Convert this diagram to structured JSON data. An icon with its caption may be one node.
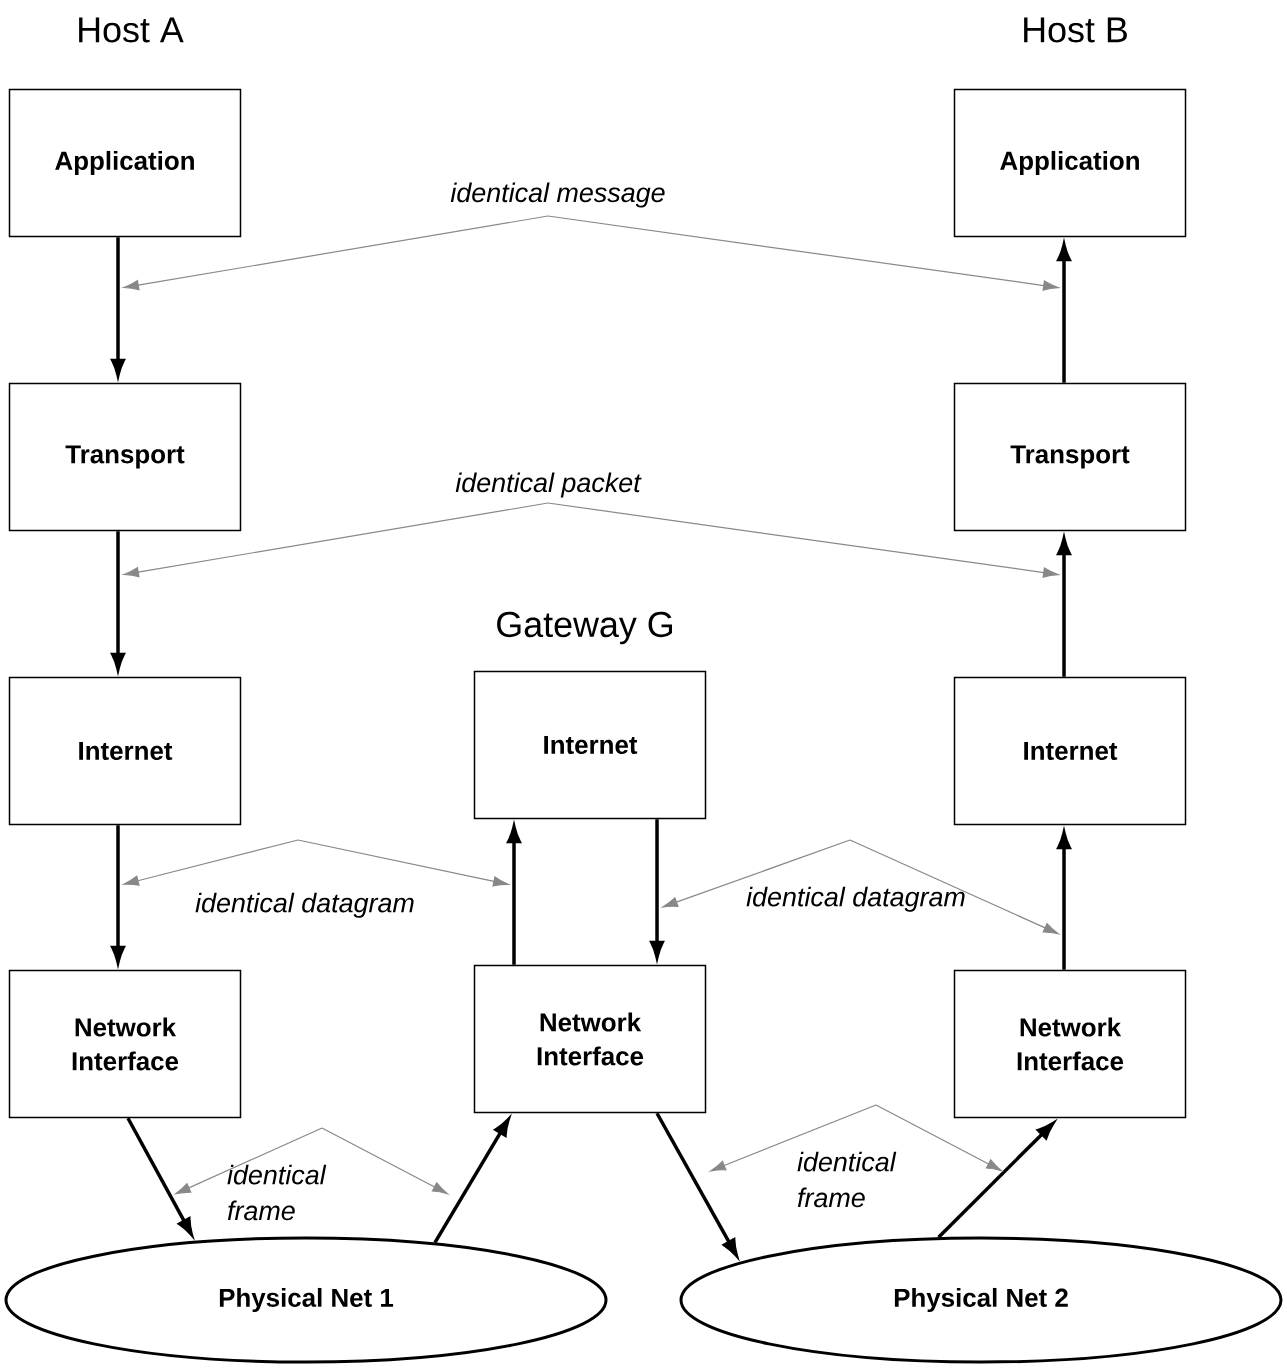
{
  "diagram": {
    "nodes": [
      {
        "text": [
          "Application"
        ]
      },
      {
        "text": [
          "Transport"
        ]
      },
      {
        "text": [
          "Internet"
        ]
      },
      {
        "text": [
          "Network Interface"
        ]
      },
      {
        "text": [
          "Application"
        ]
      },
      {
        "text": [
          "Transport"
        ]
      },
      {
        "text": [
          "Internet"
        ]
      },
      {
        "text": [
          "Network Interface"
        ]
      },
      {
        "text": [
          "Internet"
        ],
        "beside": [
          "Gateway G"
        ]
      },
      {
        "text": [
          "Network Interface"
        ]
      },
      {
        "text": [
          "Physical Net 1"
        ]
      },
      {
        "text": [
          "Physical Net 2"
        ]
      },
      {
        "text": [
          "identical message"
        ]
      },
      {
        "text": [
          "identical packet"
        ]
      },
      {
        "text": [
          "identical datagram"
        ]
      },
      {
        "text": [
          "identical datagram"
        ]
      },
      {
        "text": [
          "identical frame"
        ]
      },
      {
        "text": [
          "identical frame"
        ]
      }
    ],
    "edges": [
      {
        "from": 0,
        "to": 1,
        "arrow": "to",
        "style": "thick"
      },
      {
        "from": 1,
        "to": 2,
        "arrow": "to",
        "style": "thick"
      },
      {
        "from": 2,
        "to": 3,
        "arrow": "to",
        "style": "thick"
      },
      {
        "from": 3,
        "to": 10,
        "arrow": "to",
        "style": "thick"
      },
      {
        "from": 10,
        "to": 9,
        "arrow": "to",
        "style": "thick"
      },
      {
        "from": 9,
        "to": 8,
        "arrow": "to",
        "style": "thick"
      },
      {
        "from": 8,
        "to": 9,
        "arrow": "to",
        "style": "thick"
      },
      {
        "from": 9,
        "to": 11,
        "arrow": "to",
        "style": "thick"
      },
      {
        "from": 11,
        "to": 7,
        "arrow": "to",
        "style": "thick"
      },
      {
        "from": 7,
        "to": 6,
        "arrow": "to",
        "style": "thick"
      },
      {
        "from": 6,
        "to": 5,
        "arrow": "to",
        "style": "thick"
      },
      {
        "from": 5,
        "to": 4,
        "arrow": "to",
        "style": "thick"
      },
      {
        "from": 12,
        "to": null,
        "arrow": "to",
        "color": "#888888"
      },
      {
        "from": 12,
        "to": null,
        "arrow": "to",
        "color": "#888888"
      },
      {
        "from": 13,
        "to": null,
        "arrow": "to",
        "color": "#888888"
      },
      {
        "from": 13,
        "to": null,
        "arrow": "to",
        "color": "#888888"
      },
      {
        "from": 14,
        "to": null,
        "arrow": "to",
        "color": "#888888"
      },
      {
        "from": 14,
        "to": null,
        "arrow": "to",
        "color": "#888888"
      },
      {
        "from": 15,
        "to": null,
        "arrow": "to",
        "color": "#888888"
      },
      {
        "from": 15,
        "to": null,
        "arrow": "to",
        "color": "#888888"
      },
      {
        "from": 16,
        "to": null,
        "arrow": "to",
        "color": "#888888"
      },
      {
        "from": 16,
        "to": null,
        "arrow": "to",
        "color": "#888888"
      },
      {
        "from": 17,
        "to": null,
        "arrow": "to",
        "color": "#888888"
      },
      {
        "from": 17,
        "to": null,
        "arrow": "to",
        "color": "#888888"
      }
    ],
    "labels": [
      "Host A",
      "Host B"
    ]
  }
}
